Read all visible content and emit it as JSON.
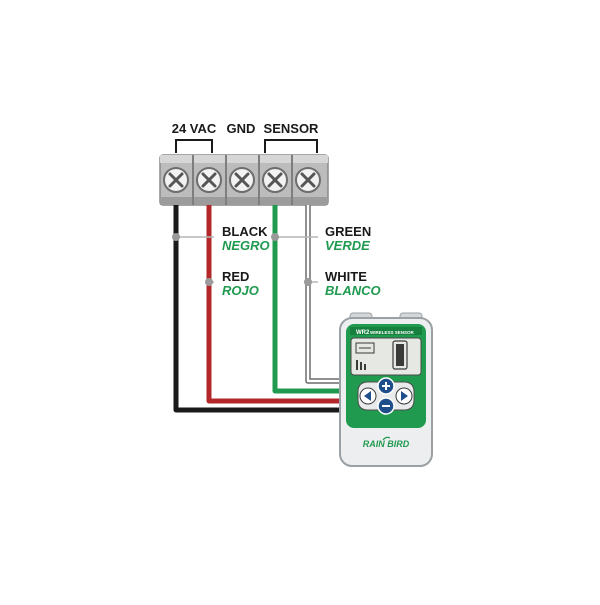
{
  "terminal_labels": {
    "vac": "24 VAC",
    "gnd": "GND",
    "sensor": "SENSOR"
  },
  "wires": {
    "black": {
      "label": "BLACK",
      "label_es": "NEGRO",
      "color": "#1a1a1a"
    },
    "red": {
      "label": "RED",
      "label_es": "ROJO",
      "color": "#b3272b"
    },
    "green": {
      "label": "GREEN",
      "label_es": "VERDE",
      "color": "#1f9a4f"
    },
    "white": {
      "label": "WHITE",
      "label_es": "BLANCO",
      "color": "#ffffff"
    }
  },
  "device": {
    "brand": "RAIN BIRD",
    "model": "WR2",
    "subtitle": "WIRELESS SENSOR",
    "body_color": "#eceef0",
    "accent_color": "#1f9a4f",
    "buttons": [
      "plus-button",
      "minus-button",
      "left-arrow-button",
      "right-arrow-button"
    ]
  },
  "colors": {
    "label_dark": "#1a1a1a",
    "label_green": "#1f9a4f",
    "terminal_grey": "#c9c9c9"
  }
}
